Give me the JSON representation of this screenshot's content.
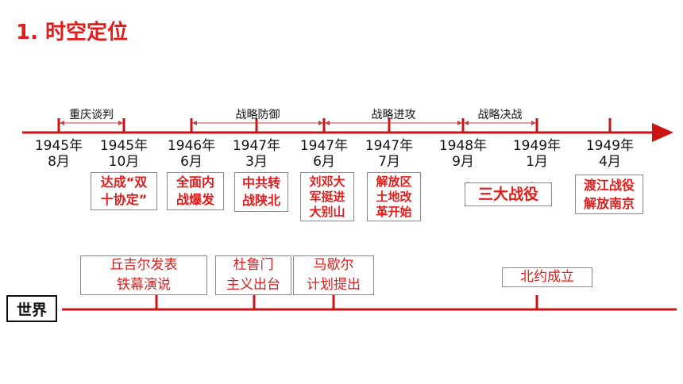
{
  "title": "1. 时空定位",
  "colors": {
    "accent": "#e21b1b",
    "axis": "#c81414",
    "text": "#111111",
    "box_border": "#8a8a8a"
  },
  "china_timeline": {
    "dates": [
      {
        "year": "1945年",
        "month": "8月"
      },
      {
        "year": "1945年",
        "month": "10月"
      },
      {
        "year": "1946年",
        "month": "6月"
      },
      {
        "year": "1947年",
        "month": "3月"
      },
      {
        "year": "1947年",
        "month": "6月"
      },
      {
        "year": "1947年",
        "month": "7月"
      },
      {
        "year": "1948年",
        "month": "9月"
      },
      {
        "year": "1949年",
        "month": "1月"
      },
      {
        "year": "1949年",
        "month": "4月"
      }
    ],
    "periods": [
      {
        "label": "重庆谈判"
      },
      {
        "label": "战略防御"
      },
      {
        "label": "战略进攻"
      },
      {
        "label": "战略决战"
      }
    ],
    "events": [
      {
        "lines": [
          "达成“双",
          "十协定”"
        ]
      },
      {
        "lines": [
          "全面内",
          "战爆发"
        ]
      },
      {
        "lines": [
          "中共转",
          "战陕北"
        ]
      },
      {
        "lines": [
          "刘邓大",
          "军挺进",
          "大别山"
        ]
      },
      {
        "lines": [
          "解放区",
          "土地改",
          "革开始"
        ]
      },
      {
        "lines": [
          "三大战役"
        ]
      },
      {
        "lines": [
          "渡江战役",
          "解放南京"
        ]
      }
    ]
  },
  "world_timeline": {
    "label": "世界",
    "events": [
      {
        "lines": [
          "丘吉尔发表",
          "铁幕演说"
        ]
      },
      {
        "lines": [
          "杜鲁门",
          "主义出台"
        ]
      },
      {
        "lines": [
          "马歇尔",
          "计划提出"
        ]
      },
      {
        "lines": [
          "北约成立"
        ]
      }
    ]
  }
}
